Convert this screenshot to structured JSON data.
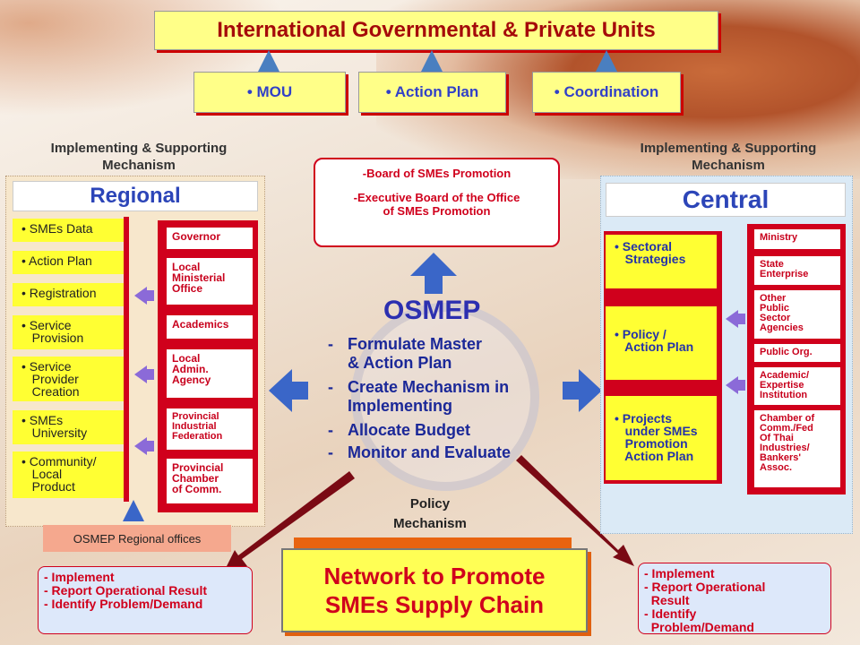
{
  "header": {
    "title": "International Governmental & Private Units"
  },
  "top_boxes": [
    "• MOU",
    "• Action Plan",
    "• Coordination"
  ],
  "left_label": "Implementing & Supporting\nMechanism",
  "right_label": "Implementing & Supporting\nMechanism",
  "regional": {
    "title": "Regional",
    "yellow_items": [
      "• SMEs Data",
      "• Action Plan",
      "• Registration",
      "• Service\n   Provision",
      "• Service\n   Provider\n   Creation",
      "• SMEs\n   University",
      "• Community/\n   Local\n   Product"
    ],
    "red_items": [
      "Governor",
      "Local\nMinisterial\nOffice",
      "Academics",
      "Local\nAdmin.\nAgency",
      "Provincial\nIndustrial\nFederation",
      "Provincial\nChamber\nof Comm."
    ],
    "offices": "OSMEP Regional offices"
  },
  "board": {
    "line1": "-Board of SMEs Promotion",
    "line2": "-Executive Board of the Office\nof SMEs Promotion"
  },
  "osmep": {
    "title": "OSMEP",
    "items": [
      "Formulate Master\n& Action Plan",
      "Create Mechanism in\nImplementing",
      "Allocate Budget",
      "Monitor and Evaluate"
    ]
  },
  "policy": "Policy\nMechanism",
  "central": {
    "title": "Central",
    "yellow_items": [
      "• Sectoral\n   Strategies",
      "• Policy /\n   Action Plan",
      "• Projects\n   under SMEs\n   Promotion\n   Action Plan"
    ],
    "red_items": [
      "Ministry",
      "State\nEnterprise",
      "Other\nPublic\nSector\nAgencies",
      "Public Org.",
      "Academic/\nExpertise\nInstitution",
      "Chamber of\nComm./Fed\nOf Thai\nIndustries/\nBankers'\nAssoc."
    ]
  },
  "network": {
    "line1": "Network to Promote",
    "line2": "SMEs Supply Chain"
  },
  "feedback_left": [
    "- Implement",
    "- Report Operational Result",
    "- Identify Problem/Demand"
  ],
  "feedback_right": [
    "- Implement",
    "- Report Operational\n  Result",
    "- Identify\n  Problem/Demand"
  ],
  "colors": {
    "accent_red": "#d0001c",
    "box_yellow": "#ffff33",
    "arrow_blue": "#3a66c8",
    "arrow_purple": "#8b6ad8"
  }
}
